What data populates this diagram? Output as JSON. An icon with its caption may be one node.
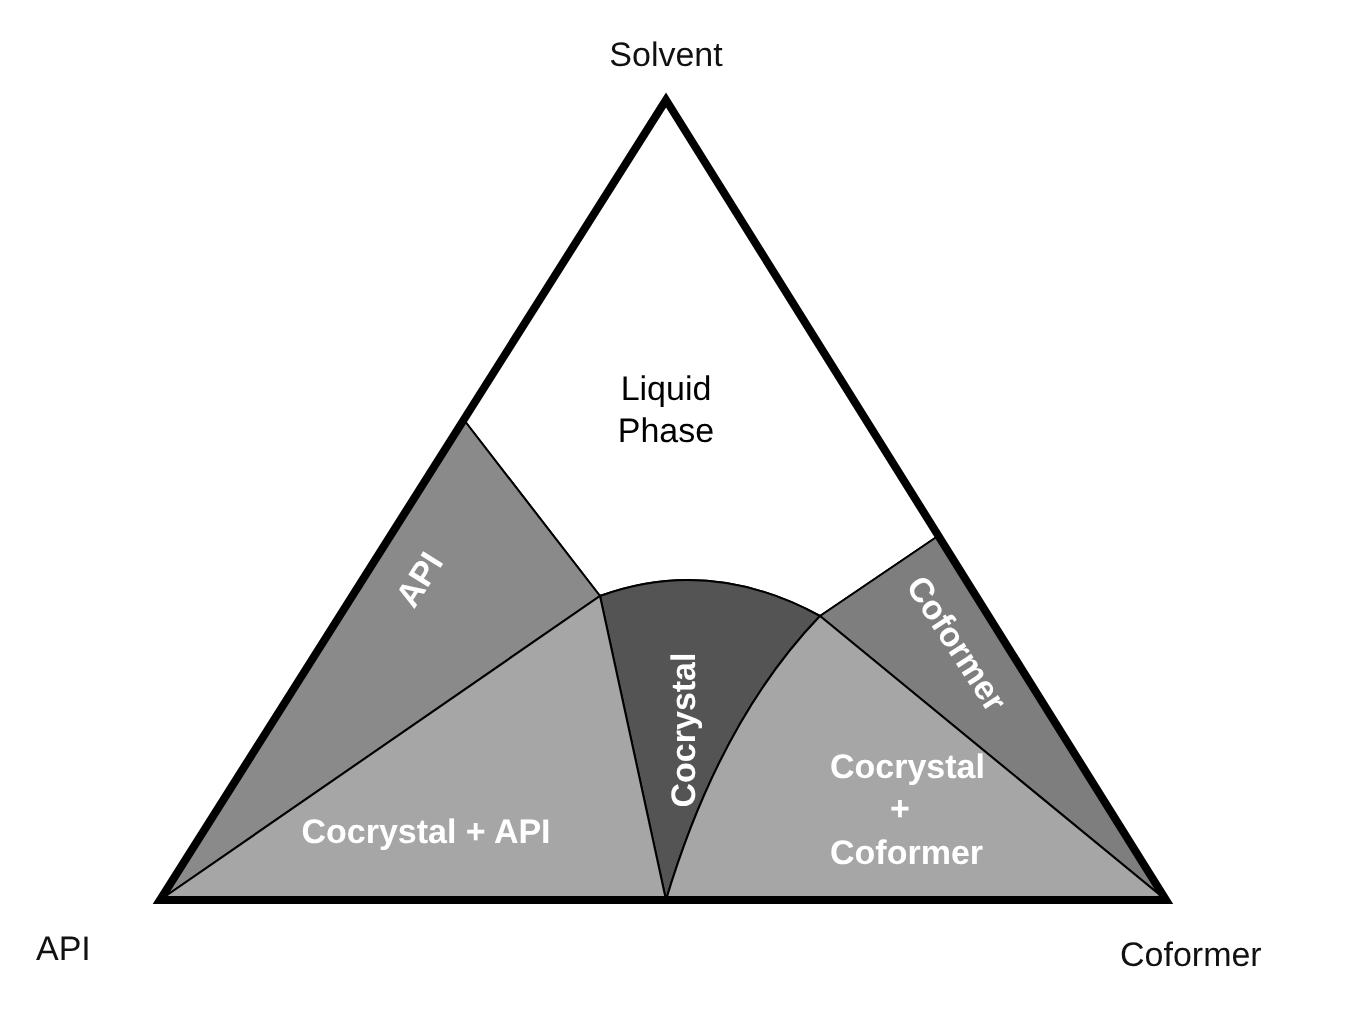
{
  "diagram": {
    "nodes": [
      {
        "text": [
          "Liquid Phase"
        ]
      },
      {
        "text": [
          "API"
        ]
      },
      {
        "text": [
          "Cocrystal"
        ]
      },
      {
        "text": [
          "Coformer"
        ]
      },
      {
        "text": [
          "Cocrystal + API"
        ]
      },
      {
        "text": [
          "Cocrystal + Coformer"
        ]
      }
    ],
    "labels": [
      "Solvent",
      "API",
      "Coformer"
    ]
  }
}
